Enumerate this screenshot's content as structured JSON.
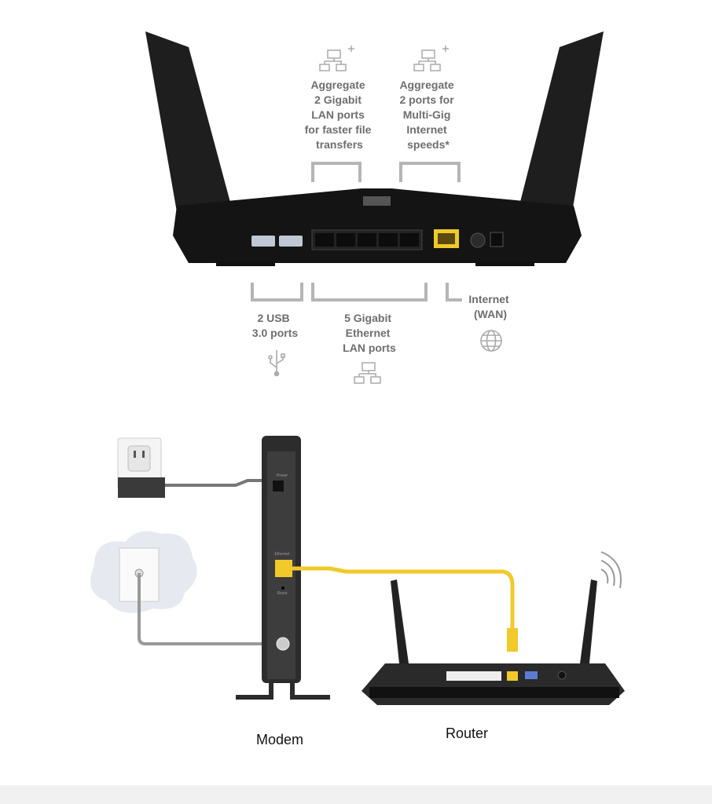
{
  "top_diagram": {
    "callout_lan_aggregate": [
      "Aggregate",
      "2 Gigabit",
      "LAN ports",
      "for faster file",
      "transfers"
    ],
    "callout_multigig": [
      "Aggregate",
      "2 ports for",
      "Multi-Gig",
      "Internet",
      "speeds*"
    ],
    "callout_wan": [
      "Internet",
      "(WAN)"
    ],
    "callout_usb": [
      "2 USB",
      "3.0 ports"
    ],
    "callout_lan": [
      "5 Gigabit",
      "Ethernet",
      "LAN ports"
    ]
  },
  "bottom_diagram": {
    "modem_label": "Modem",
    "router_label": "Router",
    "modem_ports": {
      "power": "Power",
      "ethernet": "Ethernet",
      "reset": "Reset"
    }
  },
  "colors": {
    "cable_yellow": "#f1c92a",
    "device": "#2b2b2b",
    "callout": "#b5b5b5"
  }
}
